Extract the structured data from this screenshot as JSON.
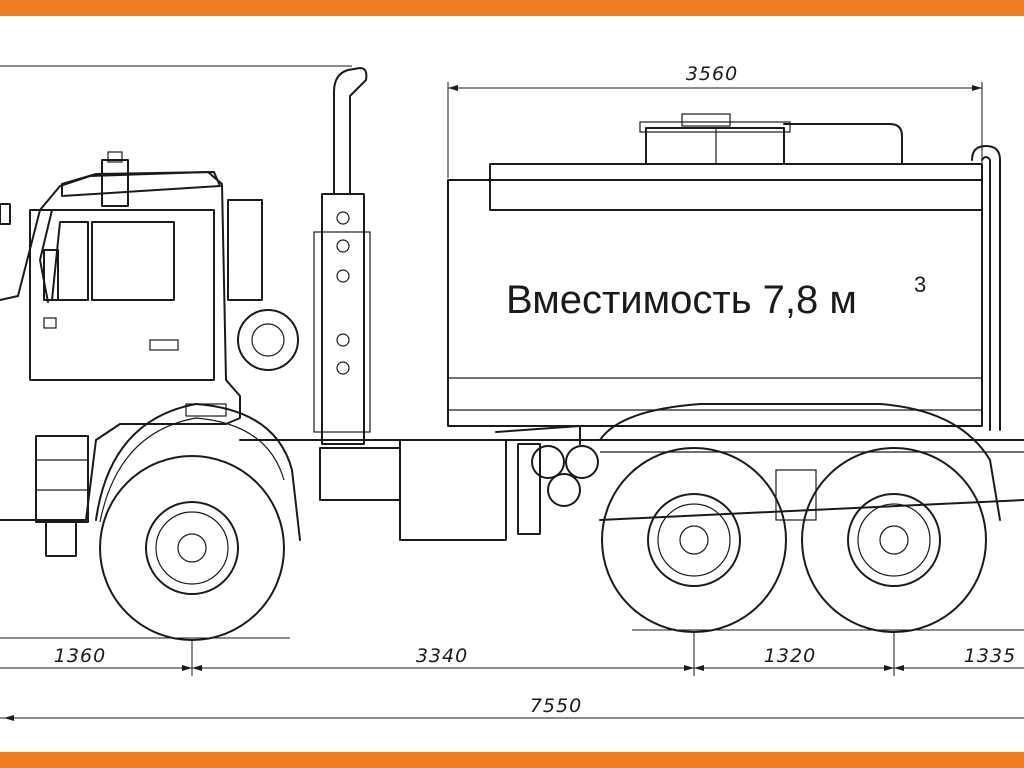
{
  "colors": {
    "band": "#ef7f22",
    "ink": "#1a1a1a"
  },
  "capacity": {
    "label": "Вместимость 7,8 м",
    "unit_superscript": "3"
  },
  "dimensions": {
    "tank_length": "3560",
    "front_overhang": "1360",
    "wheelbase_front": "3340",
    "wheelbase_rear": "1320",
    "rear_overhang": "1335",
    "overall_length": "7550"
  }
}
